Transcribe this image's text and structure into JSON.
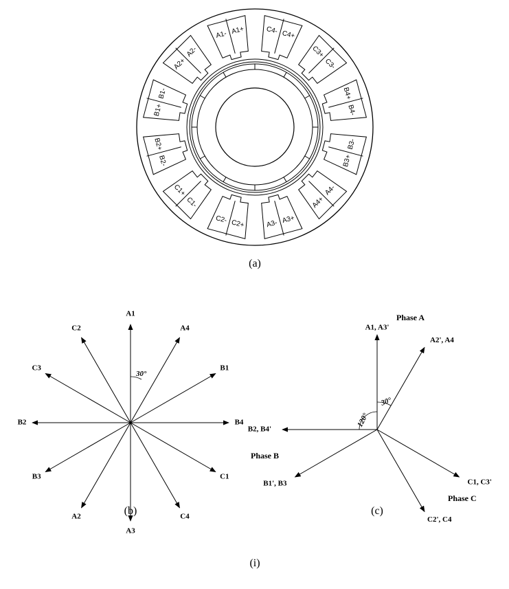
{
  "stator": {
    "slots": [
      {
        "angle": -15,
        "left": "A1-",
        "right": "A1+"
      },
      {
        "angle": 15,
        "left": "C4-",
        "right": "C4+"
      },
      {
        "angle": 45,
        "left": "C3+",
        "right": "C3-"
      },
      {
        "angle": 75,
        "left": "B4+",
        "right": "B4-"
      },
      {
        "angle": 105,
        "left": "B3-",
        "right": "B3+"
      },
      {
        "angle": 135,
        "left": "A4-",
        "right": "A4+"
      },
      {
        "angle": 165,
        "left": "A3+",
        "right": "A3-"
      },
      {
        "angle": 195,
        "left": "C2+",
        "right": "C2-"
      },
      {
        "angle": 225,
        "left": "C1-",
        "right": "C1+"
      },
      {
        "angle": 255,
        "left": "B2-",
        "right": "B2+"
      },
      {
        "angle": 285,
        "left": "B1+",
        "right": "B1-"
      },
      {
        "angle": 315,
        "left": "A2+",
        "right": "A2-"
      }
    ]
  },
  "star_b": {
    "angle_label": "30°",
    "vectors": [
      {
        "label": "A1",
        "angle": 0
      },
      {
        "label": "A4",
        "angle": 30
      },
      {
        "label": "B1",
        "angle": 60
      },
      {
        "label": "B4",
        "angle": 90
      },
      {
        "label": "C1",
        "angle": 120
      },
      {
        "label": "C4",
        "angle": 150
      },
      {
        "label": "A3",
        "angle": 180
      },
      {
        "label": "A2",
        "angle": 210
      },
      {
        "label": "B3",
        "angle": 240
      },
      {
        "label": "B2",
        "angle": 270
      },
      {
        "label": "C3",
        "angle": 300
      },
      {
        "label": "C2",
        "angle": 330
      }
    ]
  },
  "star_c": {
    "angle_label_30": "30°",
    "angle_label_120": "120°",
    "phase_a": "Phase A",
    "phase_b": "Phase B",
    "phase_c": "Phase C",
    "vectors": [
      {
        "label": "A1, A3'",
        "angle": 0
      },
      {
        "label": "A2', A4",
        "angle": 30
      },
      {
        "label": "C1, C3'",
        "angle": 120
      },
      {
        "label": "C2', C4",
        "angle": 150
      },
      {
        "label": "B1', B3",
        "angle": 240
      },
      {
        "label": "B2, B4'",
        "angle": 270
      }
    ]
  },
  "captions": {
    "a": "(a)",
    "b": "(b)",
    "c": "(c)",
    "i": "(i)"
  }
}
